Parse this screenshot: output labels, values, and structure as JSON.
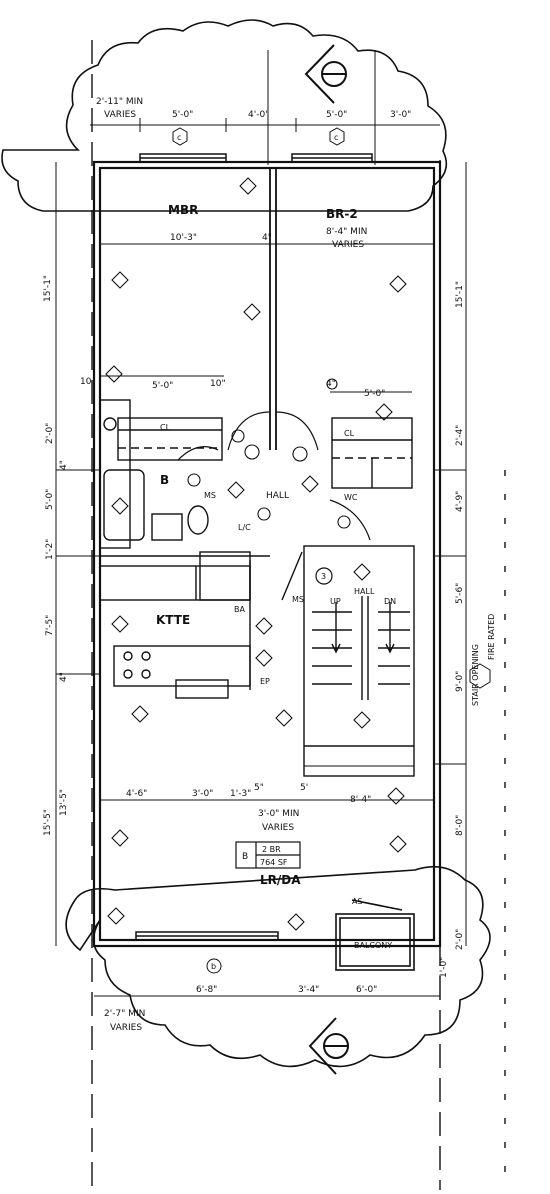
{
  "top": {
    "min_width": "2'-11\" MIN",
    "varies": "VARIES",
    "dims": [
      "5'-0\"",
      "4'-0\"",
      "5'-0\"",
      "3'-0\""
    ]
  },
  "rooms": {
    "mbr": "MBR",
    "br2": "BR-2",
    "br2_min": "8'-4\" MIN",
    "br2_varies": "VARIES",
    "hall": "HALL",
    "hall2": "HALL",
    "ktte": "KTTE",
    "lrda": "LR/DA",
    "balcony": "BALCONY",
    "up": "UP",
    "dn": "DN",
    "wc": "WC",
    "cl_left": "CL",
    "cl_right": "CL",
    "b_label": "B",
    "ms": "MS",
    "ms2": "MS",
    "lc": "L/C",
    "ba": "BA",
    "ep": "EP",
    "as": "AS"
  },
  "interior_dims": {
    "bed_width": "10'-3\"",
    "wall_4": "4\"",
    "closet_l": "5'-0\"",
    "closet_l_10": "10\"",
    "closet_r_4": "4\"",
    "closet_r": "5'-0\"",
    "lr_row": [
      "4'-6\"",
      "3'-0\"",
      "1'-3\"",
      "5\"",
      "5'",
      "8'-4\""
    ],
    "lr_min": "3'-0\" MIN",
    "lr_varies": "VARIES"
  },
  "left_dims": [
    "15'-1\"",
    "10",
    "2'-0\"",
    "4\"",
    "5'-0\"",
    "1'-2\"",
    "7'-5\"",
    "4\"",
    "15'-5\"",
    "13'-5\""
  ],
  "right_dims": [
    "15'-1\"",
    "2'-4\"",
    "4'-9\"",
    "5'-6\"",
    "9'-0\"",
    "8'-0\"",
    "2'-0\"",
    "1'-0\""
  ],
  "bottom": {
    "dims": [
      "6'-8\"",
      "3'-4\"",
      "6'-0\""
    ],
    "min_width": "2'-7\" MIN",
    "varies": "VARIES"
  },
  "unit_tag": {
    "letter": "B",
    "bedrooms": "2 BR",
    "area": "764 SF"
  },
  "stair_note": "STAIR OPENING",
  "fire_rated": "FIRE RATED",
  "stair_ref": "3",
  "colors": {
    "ink": "#111111",
    "paper": "#ffffff"
  }
}
